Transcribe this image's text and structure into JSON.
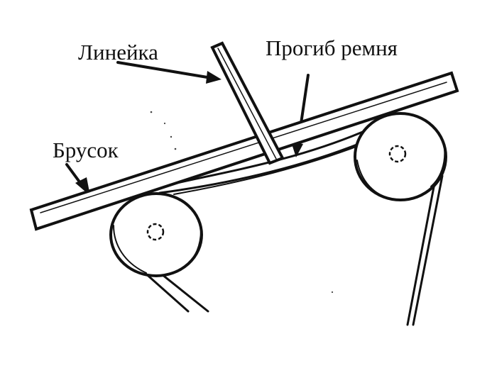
{
  "diagram": {
    "labels": {
      "ruler": "Линейка",
      "belt_deflection": "Прогиб ремня",
      "bar": "Брусок"
    },
    "colors": {
      "ink": "#111111",
      "paper": "#ffffff"
    }
  }
}
